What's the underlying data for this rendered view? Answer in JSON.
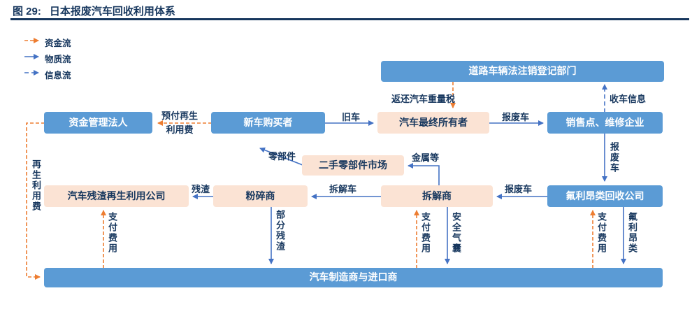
{
  "figure": {
    "label": "图 29:",
    "title": "日本报废汽车回收利用体系"
  },
  "legend": {
    "items": [
      {
        "label": "资金流",
        "style": "orange-dashed"
      },
      {
        "label": "物质流",
        "style": "blue-solid"
      },
      {
        "label": "信息流",
        "style": "blue-dashed"
      }
    ]
  },
  "nodes": {
    "reg_dept": "道路车辆法注销登记部门",
    "fund": "资金管理法人",
    "buyer": "新车购买者",
    "owner": "汽车最终所有者",
    "dealer": "销售点、维修企业",
    "market": "二手零部件市场",
    "residue_co": "汽车残渣再生利用公司",
    "shredder": "粉碎商",
    "dismantler": "拆解商",
    "freon_co": "氟利昂类回收公司",
    "manufacturer": "汽车制造商与进口商"
  },
  "edges": {
    "prepaid_recycle_fee": "预付再生利用费",
    "old_car": "旧车",
    "tax_refund": "返还汽车重量税",
    "scrap_car_to_dealer": "报废车",
    "car_collection_info": "收车信息",
    "scrap_car_to_freon": "报废车",
    "scrap_car_to_dismantler": "报废车",
    "parts": "零部件",
    "metals_etc": "金属等",
    "dismantled_car": "拆解车",
    "residue": "残渣",
    "partial_residue": "部分残渣",
    "pay_fee_residue": "支付费用",
    "pay_fee_dismantler": "支付费用",
    "airbag": "安全气囊",
    "pay_fee_freon": "支付费用",
    "freon_gas": "氟利昂类",
    "recycle_fee": "再生利用费"
  },
  "colors": {
    "navy_text": "#17375E",
    "blue_box": "#5B9BD5",
    "peach_box": "#FBE3D4",
    "funds_flow_orange": "#ED7D31",
    "material_info_blue": "#4472C4"
  }
}
